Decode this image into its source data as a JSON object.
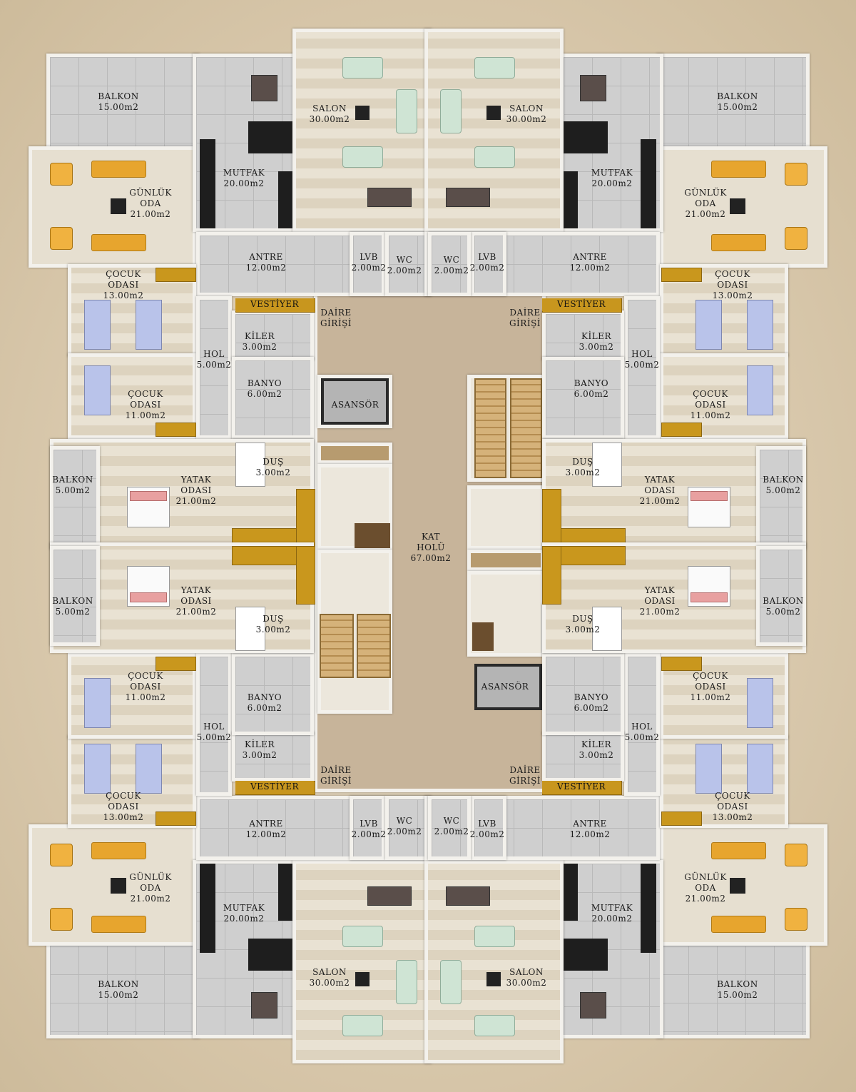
{
  "rooms": {
    "salon": {
      "name": "SALON",
      "area": "30.00m2"
    },
    "mutfak": {
      "name": "MUTFAK",
      "area": "20.00m2"
    },
    "gunluk": {
      "name1": "GÜNLÜK",
      "name2": "ODA",
      "area": "21.00m2"
    },
    "balkon_large": {
      "name": "BALKON",
      "area": "15.00m2"
    },
    "balkon_small": {
      "name": "BALKON",
      "area": "5.00m2"
    },
    "antre": {
      "name": "ANTRE",
      "area": "12.00m2"
    },
    "lvb": {
      "name": "LVB",
      "area": "2.00m2"
    },
    "wc": {
      "name": "WC",
      "area": "2.00m2"
    },
    "cocuk13": {
      "name1": "ÇOCUK",
      "name2": "ODASI",
      "area": "13.00m2"
    },
    "cocuk11": {
      "name1": "ÇOCUK",
      "name2": "ODASI",
      "area": "11.00m2"
    },
    "vestiyer": {
      "name": "VESTİYER"
    },
    "kiler": {
      "name": "KİLER",
      "area": "3.00m2"
    },
    "hol": {
      "name": "HOL",
      "area": "5.00m2"
    },
    "banyo": {
      "name": "BANYO",
      "area": "6.00m2"
    },
    "dus": {
      "name": "DUŞ",
      "area": "3.00m2"
    },
    "yatak": {
      "name1": "YATAK",
      "name2": "ODASI",
      "area": "21.00m2"
    },
    "daire": {
      "name1": "DAİRE",
      "name2": "GİRİŞİ"
    },
    "asansor": {
      "name": "ASANSÖR"
    },
    "kat_holu": {
      "name1": "KAT",
      "name2": "HOLÜ",
      "area": "67.00m2"
    }
  },
  "colors": {
    "background": "#d6c5a8",
    "hall": "#c7b49a",
    "wardrobe": "#c9971d",
    "sofa": "#e7a52e"
  }
}
